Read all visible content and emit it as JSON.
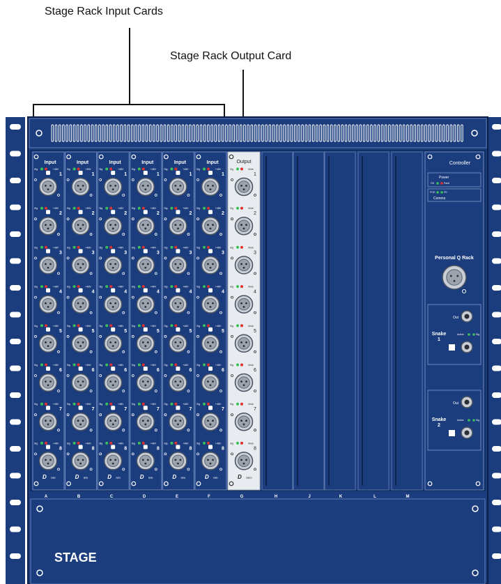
{
  "callouts": {
    "input_cards": "Stage Rack Input Cards",
    "output_card": "Stage Rack Output Card"
  },
  "input_cards": [
    {
      "slot": "A",
      "title": "Input"
    },
    {
      "slot": "B",
      "title": "Input"
    },
    {
      "slot": "C",
      "title": "Input"
    },
    {
      "slot": "D",
      "title": "Input"
    },
    {
      "slot": "E",
      "title": "Input"
    },
    {
      "slot": "F",
      "title": "Input"
    }
  ],
  "input_channel": {
    "sig_label": "Sig",
    "phantom_label": "+48V",
    "numbers": [
      "1",
      "2",
      "3",
      "4",
      "5",
      "6",
      "7",
      "8"
    ],
    "footer": "SRI"
  },
  "output_card": {
    "slot": "G",
    "title": "Output",
    "sig_label": "Sig",
    "mute_label": "Mute",
    "numbers": [
      "1",
      "2",
      "3",
      "4",
      "5",
      "6",
      "7",
      "8"
    ],
    "footer": "SRO"
  },
  "empty_slots": [
    "H",
    "J",
    "K",
    "L",
    "M"
  ],
  "controller": {
    "title": "Controller",
    "power_label": "Power",
    "power_indicators": [
      "OK",
      "Fault"
    ],
    "comms_indicators": [
      "FOH",
      "FD"
    ],
    "comms_label": "Comms",
    "personal_q_label": "Personal Q Rack",
    "snakes": [
      {
        "name": "Snake",
        "number": "1",
        "out_label": "Out",
        "active_label": "Active",
        "sig_label": "Sig"
      },
      {
        "name": "Snake",
        "number": "2",
        "out_label": "Out",
        "active_label": "Active",
        "sig_label": "Sig"
      }
    ]
  },
  "bottom_label": "STAGE",
  "colors": {
    "rack_blue": "#1b3d7e",
    "rack_dark": "#0e2657",
    "led_green": "#39c05a",
    "led_red": "#e03030",
    "output_card": "#e8ebf0"
  }
}
